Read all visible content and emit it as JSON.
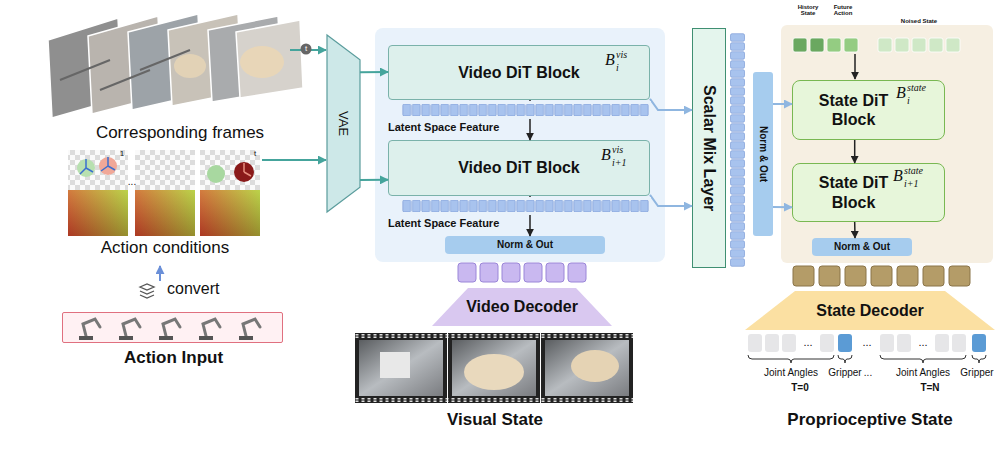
{
  "diagram": {
    "nodes": [
      {
        "text": [
          "Action Input"
        ]
      },
      {
        "text": [
          "VAE"
        ]
      },
      {
        "text": [
          "Video DiT Block",
          "B",
          "vis",
          "i"
        ]
      },
      {
        "text": [
          "Video DiT Block",
          "B",
          "vis",
          "i+1"
        ]
      },
      {
        "text": [
          "Norm & Out"
        ]
      },
      {
        "text": [
          "Video Decoder"
        ]
      },
      {
        "text": [
          "Scalar Mix Layer"
        ]
      },
      {
        "text": [
          "Norm & Out"
        ]
      },
      {
        "text": [
          "State DiT Block",
          "B",
          "state",
          "i"
        ]
      },
      {
        "text": [
          "State DiT Block",
          "B",
          "state",
          "i+1"
        ]
      },
      {
        "text": [
          "Norm & Out"
        ]
      },
      {
        "text": [
          "State Decoder"
        ]
      }
    ],
    "edges": [
      {
        "from": 1,
        "to": 2,
        "arrow": "to"
      },
      {
        "from": 1,
        "to": 3,
        "arrow": "to"
      },
      {
        "from": 2,
        "to": 3,
        "label": "Latent Space Feature",
        "arrow": "to"
      },
      {
        "from": 3,
        "to": 4,
        "label": "Latent Space Feature",
        "arrow": "to"
      },
      {
        "from": 2,
        "to": 6,
        "arrow": "to"
      },
      {
        "from": 3,
        "to": 6,
        "arrow": "to"
      },
      {
        "from": 7,
        "to": 8,
        "arrow": "to"
      },
      {
        "from": 7,
        "to": 9,
        "arrow": "to"
      },
      {
        "from": 8,
        "to": 9,
        "arrow": "to"
      },
      {
        "from": 9,
        "to": 10,
        "arrow": "to"
      }
    ],
    "labels": [
      "Corresponding frames",
      "Action conditions",
      "convert",
      "t",
      "1",
      "...",
      "t",
      "Visual State",
      "History State",
      "Future Action",
      "Noised State",
      "...",
      "...",
      "...",
      "Joint Angles",
      "Gripper",
      "T=0",
      "...",
      "Joint Angles",
      "Gripper",
      "T=N",
      "Proprioceptive State"
    ]
  }
}
